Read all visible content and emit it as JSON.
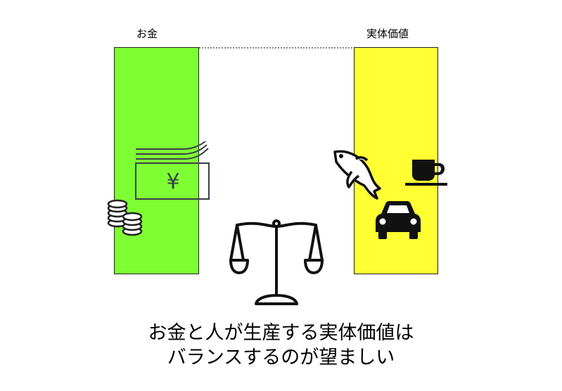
{
  "labels": {
    "money": "お金",
    "real_value": "実体価値"
  },
  "colors": {
    "money_bar": "#7fff33",
    "value_bar": "#ffff33"
  },
  "icons": {
    "money_side": [
      "yen-banknote-icon",
      "coin-stack-icon"
    ],
    "value_side": [
      "fish-icon",
      "coffee-cup-icon",
      "car-icon"
    ],
    "center": "balance-scale-icon"
  },
  "banknote_symbol": "¥",
  "caption": {
    "line1": "お金と人が生産する実体価値は",
    "line2": "バランスするのが望ましい"
  }
}
